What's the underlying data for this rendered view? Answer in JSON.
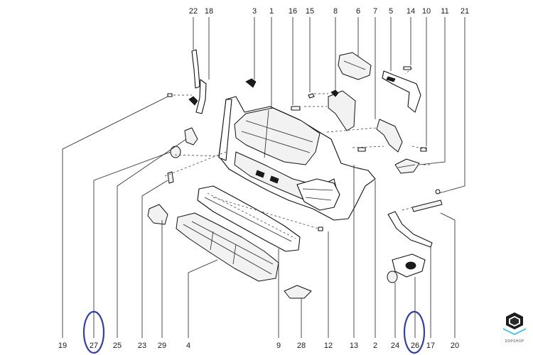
{
  "diagram": {
    "top_labels": [
      "22",
      "18",
      "3",
      "1",
      "16",
      "15",
      "8",
      "6",
      "7",
      "5",
      "14",
      "10",
      "11",
      "21"
    ],
    "bottom_labels": [
      "19",
      "27",
      "25",
      "23",
      "29",
      "4",
      "9",
      "28",
      "12",
      "13",
      "2",
      "24",
      "26",
      "17",
      "20"
    ],
    "highlighted_labels": [
      "27",
      "26"
    ],
    "highlight_color": "#3340a8"
  },
  "logo": {
    "text": "DDPSHOP",
    "icon": "ddpshop-cube-logo"
  }
}
